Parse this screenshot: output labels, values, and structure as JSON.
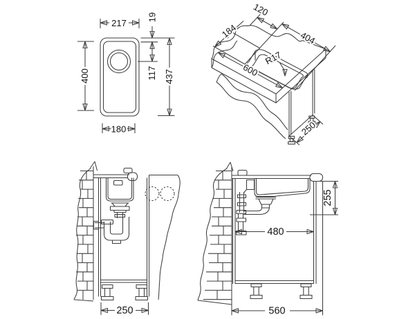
{
  "drawing": {
    "background": "#ffffff",
    "line_color": "#3d3d3d",
    "text_color": "#161616",
    "views": {
      "plan": {
        "outer_width": "217",
        "rim_to_bowl": "19",
        "bowl_length": "400",
        "drain_center": "117",
        "outer_length": "437",
        "bowl_width": "180"
      },
      "iso": {
        "cutout_offset": "120",
        "cutout_length": "404",
        "cutout_width": "184",
        "corner_radius": "R17",
        "counter_length": "600",
        "cabinet_depth": "250"
      },
      "side": {
        "cabinet_width": "250"
      },
      "front": {
        "depth_below_top": "255",
        "inner_width": "480",
        "cabinet_width": "560"
      }
    }
  }
}
